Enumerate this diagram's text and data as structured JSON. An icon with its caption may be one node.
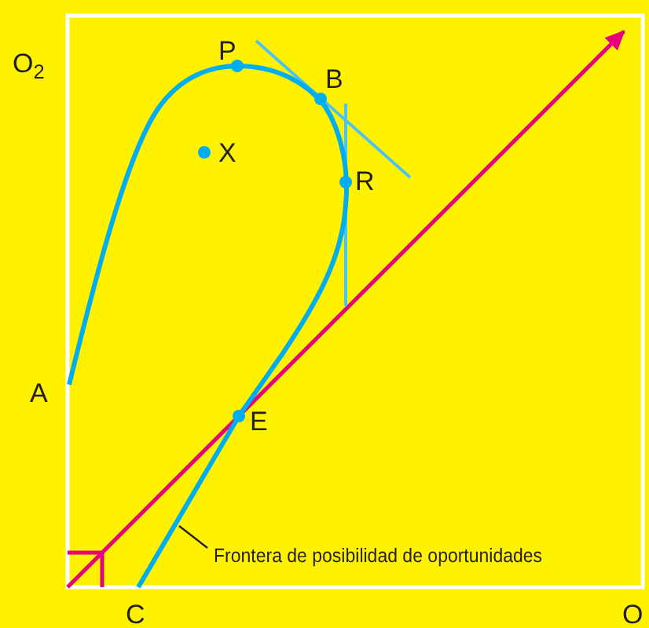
{
  "diagram": {
    "nodes": [
      {
        "text": [
          "Frontera de posibilidad de oportunidades"
        ]
      },
      {
        "text": [],
        "shape": "curve"
      }
    ],
    "edges": [
      {
        "from": 0,
        "to": 1,
        "arrow": "none"
      }
    ],
    "labels": [
      "O$_{2}$",
      "P",
      "B",
      "X",
      "R",
      "A",
      "E",
      "C",
      "O"
    ]
  }
}
